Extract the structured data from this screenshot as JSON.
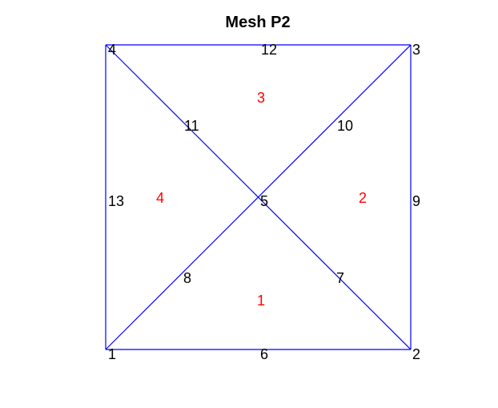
{
  "title": "Mesh P2",
  "colors": {
    "edge": "#0000ff",
    "node_label": "#000000",
    "element_label": "#ff0000",
    "background": "#ffffff"
  },
  "nodes": [
    {
      "id": "1",
      "label": "1"
    },
    {
      "id": "2",
      "label": "2"
    },
    {
      "id": "3",
      "label": "3"
    },
    {
      "id": "4",
      "label": "4"
    },
    {
      "id": "5",
      "label": "5"
    },
    {
      "id": "6",
      "label": "6"
    },
    {
      "id": "7",
      "label": "7"
    },
    {
      "id": "8",
      "label": "8"
    },
    {
      "id": "9",
      "label": "9"
    },
    {
      "id": "10",
      "label": "10"
    },
    {
      "id": "11",
      "label": "11"
    },
    {
      "id": "12",
      "label": "12"
    },
    {
      "id": "13",
      "label": "13"
    }
  ],
  "elements": [
    {
      "id": "1",
      "label": "1"
    },
    {
      "id": "2",
      "label": "2"
    },
    {
      "id": "3",
      "label": "3"
    },
    {
      "id": "4",
      "label": "4"
    }
  ],
  "edges": [
    {
      "name": "edge-1-2",
      "from": "1",
      "to": "2"
    },
    {
      "name": "edge-2-3",
      "from": "2",
      "to": "3"
    },
    {
      "name": "edge-3-4",
      "from": "3",
      "to": "4"
    },
    {
      "name": "edge-4-1",
      "from": "4",
      "to": "1"
    },
    {
      "name": "edge-1-3",
      "from": "1",
      "to": "3"
    },
    {
      "name": "edge-4-2",
      "from": "4",
      "to": "2"
    }
  ]
}
